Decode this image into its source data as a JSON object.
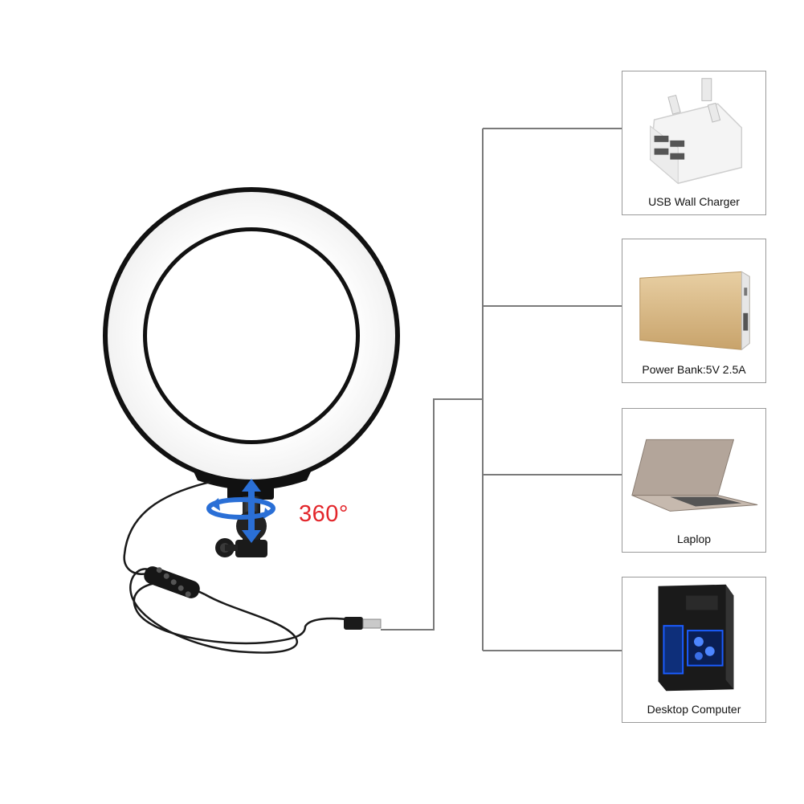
{
  "product": {
    "rotation_label": "360°"
  },
  "power_sources": [
    {
      "label": "USB Wall Charger"
    },
    {
      "label": "Power Bank:5V 2.5A"
    },
    {
      "label": "Laplop"
    },
    {
      "label": "Desktop Computer"
    }
  ],
  "colors": {
    "rotation_text": "#e3262b",
    "connector_line": "#7a7a7a",
    "ring_frame": "#111111",
    "ring_light": "#ffffff",
    "power_bank": "#d8b98a",
    "monitor_blue": "#1a5cff"
  }
}
